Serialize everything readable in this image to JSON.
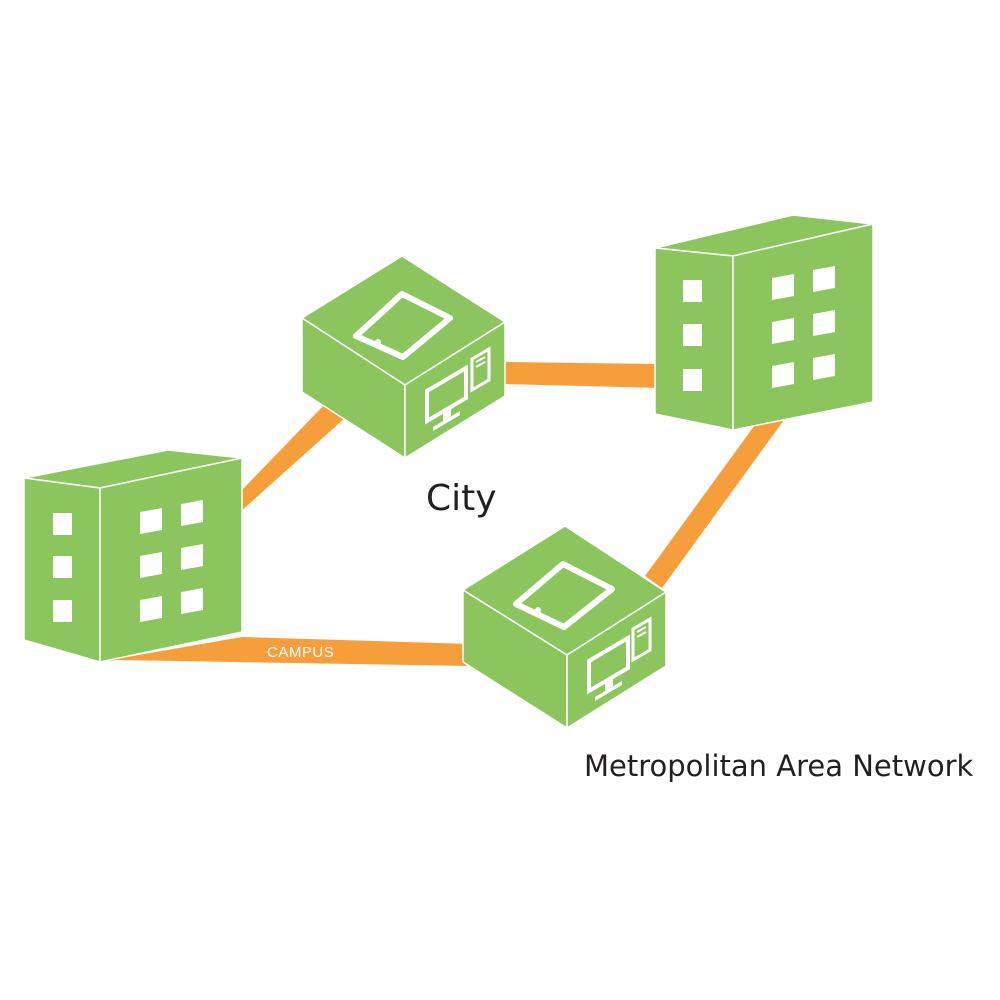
{
  "colors": {
    "building_green": "#8cc45e",
    "building_face_dark": "#80b955",
    "link_orange": "#f79e3c",
    "window_white": "#ffffff",
    "edge_white": "#ffffff",
    "text": "#231f20"
  },
  "labels": {
    "city": "City",
    "network": "Metropolitan Area Network",
    "campus": "CAMPUS"
  },
  "nodes": [
    {
      "id": "left-building",
      "kind": "office-building"
    },
    {
      "id": "top-device-box",
      "kind": "device-box",
      "icons": [
        "smartphone-icon",
        "desktop-computer-icon"
      ]
    },
    {
      "id": "right-building",
      "kind": "office-building"
    },
    {
      "id": "bottom-device-box",
      "kind": "device-box",
      "icons": [
        "smartphone-icon",
        "desktop-computer-icon"
      ]
    }
  ],
  "links": [
    {
      "from": "left-building",
      "to": "top-device-box"
    },
    {
      "from": "top-device-box",
      "to": "right-building"
    },
    {
      "from": "right-building",
      "to": "bottom-device-box"
    },
    {
      "from": "left-building",
      "to": "bottom-device-box",
      "label": "CAMPUS"
    }
  ]
}
